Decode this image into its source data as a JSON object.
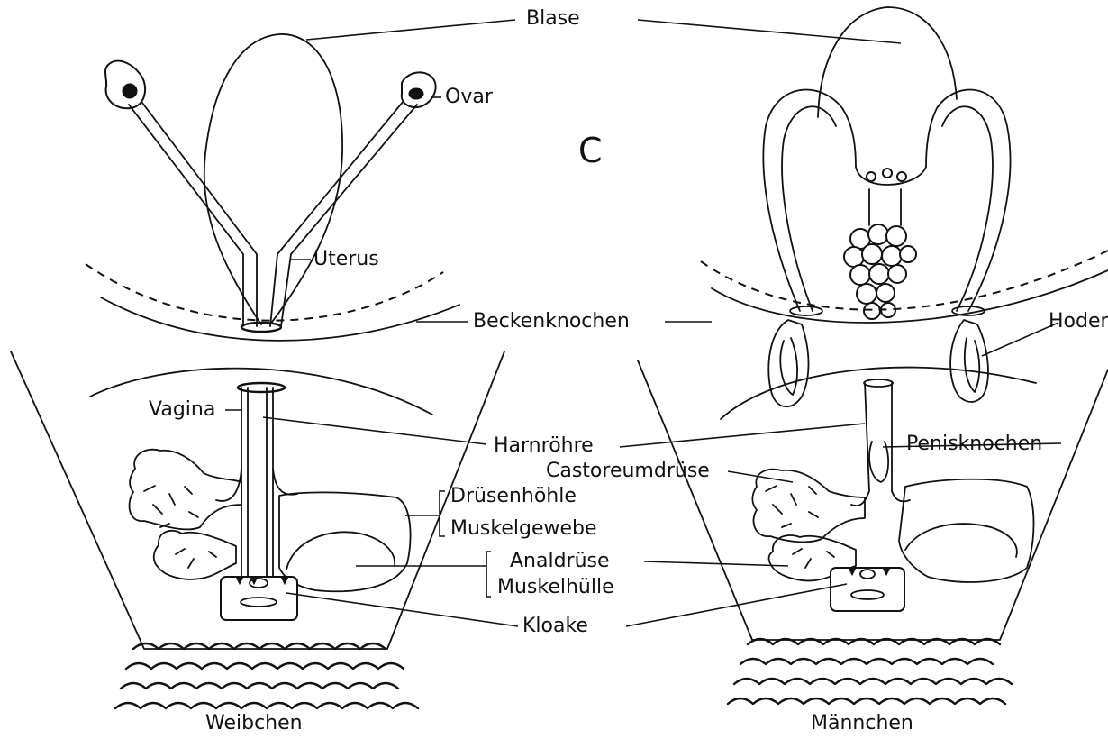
{
  "figure": {
    "panel_letter": "C",
    "female_caption": "Weibchen",
    "male_caption": "Männchen",
    "labels": {
      "blase": "Blase",
      "ovar": "Ovar",
      "uterus": "Uterus",
      "beckenknochen": "Beckenknochen",
      "hoden": "Hoden",
      "vagina": "Vagina",
      "harnroehre": "Harnröhre",
      "penisknochen": "Penisknochen",
      "castoreumdruese": "Castoreumdrüse",
      "druesenhoehle": "Drüsenhöhle",
      "muskelgewebe": "Muskelgewebe",
      "analdruese": "Analdrüse",
      "muskelhuelle": "Muskelhülle",
      "kloake": "Kloake"
    }
  },
  "colors": {
    "ink": "#111111",
    "background": "#ffffff"
  }
}
